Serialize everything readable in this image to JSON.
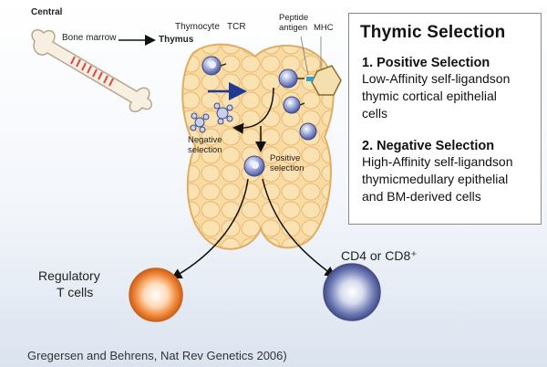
{
  "labels": {
    "central": "Central",
    "bone_marrow": "Bone marrow",
    "thymus": "Thymus",
    "thymocyte": "Thymocyte",
    "tcr": "TCR",
    "peptide_antigen": "Peptide antigen",
    "mhc": "MHC",
    "negative_selection": "Negative selection",
    "positive_selection": "Positive selection",
    "regulatory_line1": "Regulatory",
    "regulatory_line2": "T cells",
    "cd4_cd8": "CD4 or CD8⁺"
  },
  "panel": {
    "title": "Thymic Selection",
    "sections": [
      {
        "heading": "1.  Positive Selection",
        "lines": [
          "Low-Affinity self-ligandson",
          "thymic cortical epithelial",
          "cells"
        ]
      },
      {
        "heading": "2.  Negative Selection",
        "lines": [
          "High-Affinity self-ligandson",
          "thymicmedullary epithelial",
          "and BM-derived cells"
        ]
      }
    ]
  },
  "citation": "Gregersen and Behrens, Nat Rev Genetics  2006)",
  "colors": {
    "thymus_fill": "#f7d79a",
    "thymus_cells": "#eeb864",
    "thymocyte": "#8d9bd0",
    "regulatory_cell": "#f08a3c",
    "effector_cell": "#7b86b8",
    "bone_stripe": "#d94a4a",
    "arrow": "#111111",
    "arrow_blue": "#1f3a93"
  }
}
